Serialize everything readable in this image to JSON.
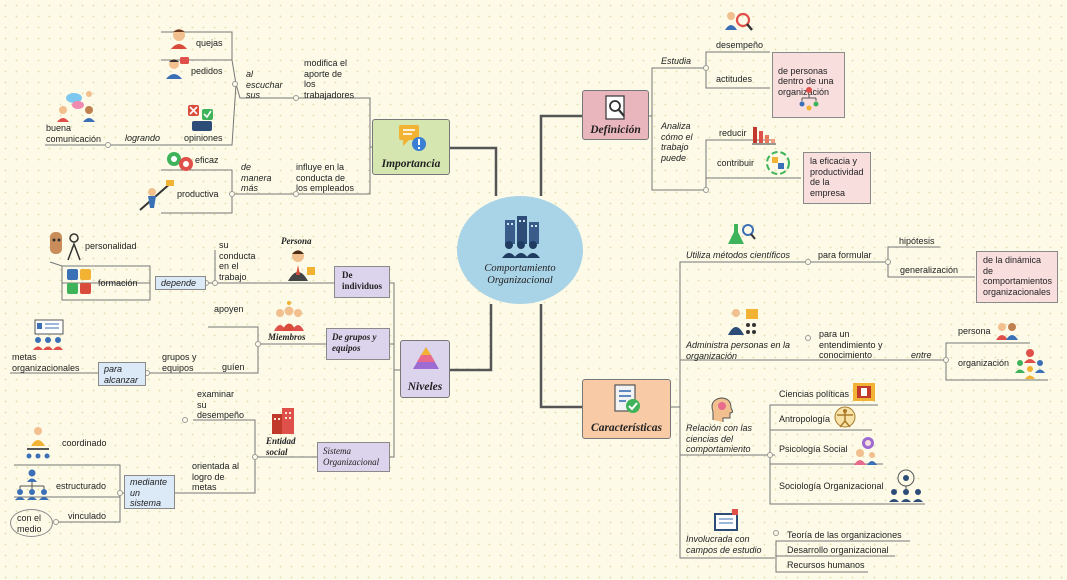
{
  "central": {
    "title": "Comportamiento\nOrganizacional"
  },
  "importancia": {
    "title": "Importancia",
    "modifica": "modifica el\naporte de\nlos\ntrabajadores",
    "al_escuchar": "al\nescuchar\nsus",
    "quejas": "quejas",
    "pedidos": "pedidos",
    "opiniones": "opiniones",
    "logrando": "logrando",
    "buena_comunicacion": "buena\ncomunicación",
    "influye": "influye en la\nconducta de\nlos empleados",
    "de_manera_mas": "de\nmanera\nmás",
    "eficaz": "eficaz",
    "productiva": "productiva"
  },
  "niveles": {
    "title": "Niveles",
    "de_individuos": "De\nindividuos",
    "persona": "Persona",
    "su_conducta": "su\nconducta\nen el\ntrabajo",
    "depende": "depende",
    "personalidad": "personalidad",
    "formacion": "formación",
    "de_grupos": "De grupos y\nequipos",
    "miembros": "Miembros",
    "apoyen": "apoyen",
    "guien": "guíen",
    "grupos_y_equipos": "grupos y\nequipos",
    "para_alcanzar": "para\nalcanzar",
    "metas_organizacionales": "metas\norganizacionales",
    "sistema_organizacional": "Sistema\nOrganizacional",
    "entidad_social": "Entidad\nsocial",
    "examinar": "examinar\nsu\ndesempeño",
    "orientada": "orientada al\nlogro de\nmetas",
    "mediante": "mediante\nun\nsistema",
    "coordinado": "coordinado",
    "estructurado": "estructurado",
    "vinculado": "vinculado",
    "con_el_medio": "con el\nmedio"
  },
  "definicion": {
    "title": "Definición",
    "estudia": "Estudia",
    "desempeno": "desempeño",
    "actitudes": "actitudes",
    "de_personas": "de personas\ndentro de una\norganización",
    "analiza": "Analiza\ncómo el\ntrabajo\npuede",
    "reducir": "reducir",
    "contribuir": "contribuir",
    "la_eficacia": "la eficacia y\nproductividad\nde la\nempresa"
  },
  "caracteristicas": {
    "title": "Características",
    "utiliza": "Utiliza métodos científicos",
    "para_formular": "para formular",
    "hipotesis": "hipótesis",
    "generalizacion": "generalización",
    "de_la_dinamica": "de la dinámica\nde\ncomportamientos\norganizacionales",
    "administra": "Administra personas en la\norganización",
    "para_un_entendimiento": "para un\nentendimiento y\nconocimiento",
    "entre": "entre",
    "persona": "persona",
    "organizacion": "organización",
    "relacion": "Relación con las\nciencias del\ncomportamiento",
    "ciencias_politicas": "Ciencias políticas",
    "antropologia": "Antropología",
    "psicologia_social": "Psicología Social",
    "sociologia_organizacional": "Sociología Organizacional",
    "involucrada": "Involucrada con\ncampos de estudio",
    "teoria": "Teoría de las organizaciones",
    "desarrollo": "Desarrollo organizacional",
    "recursos": "Recursos humanos"
  },
  "colors": {
    "central": "#a9d3e7",
    "importancia": "#d5e6b0",
    "niveles": "#dcd4ec",
    "definicion": "#eab6bd",
    "caracteristicas": "#f9caa6",
    "pink_box": "#f9dede",
    "blue_box": "#dce9f7"
  }
}
